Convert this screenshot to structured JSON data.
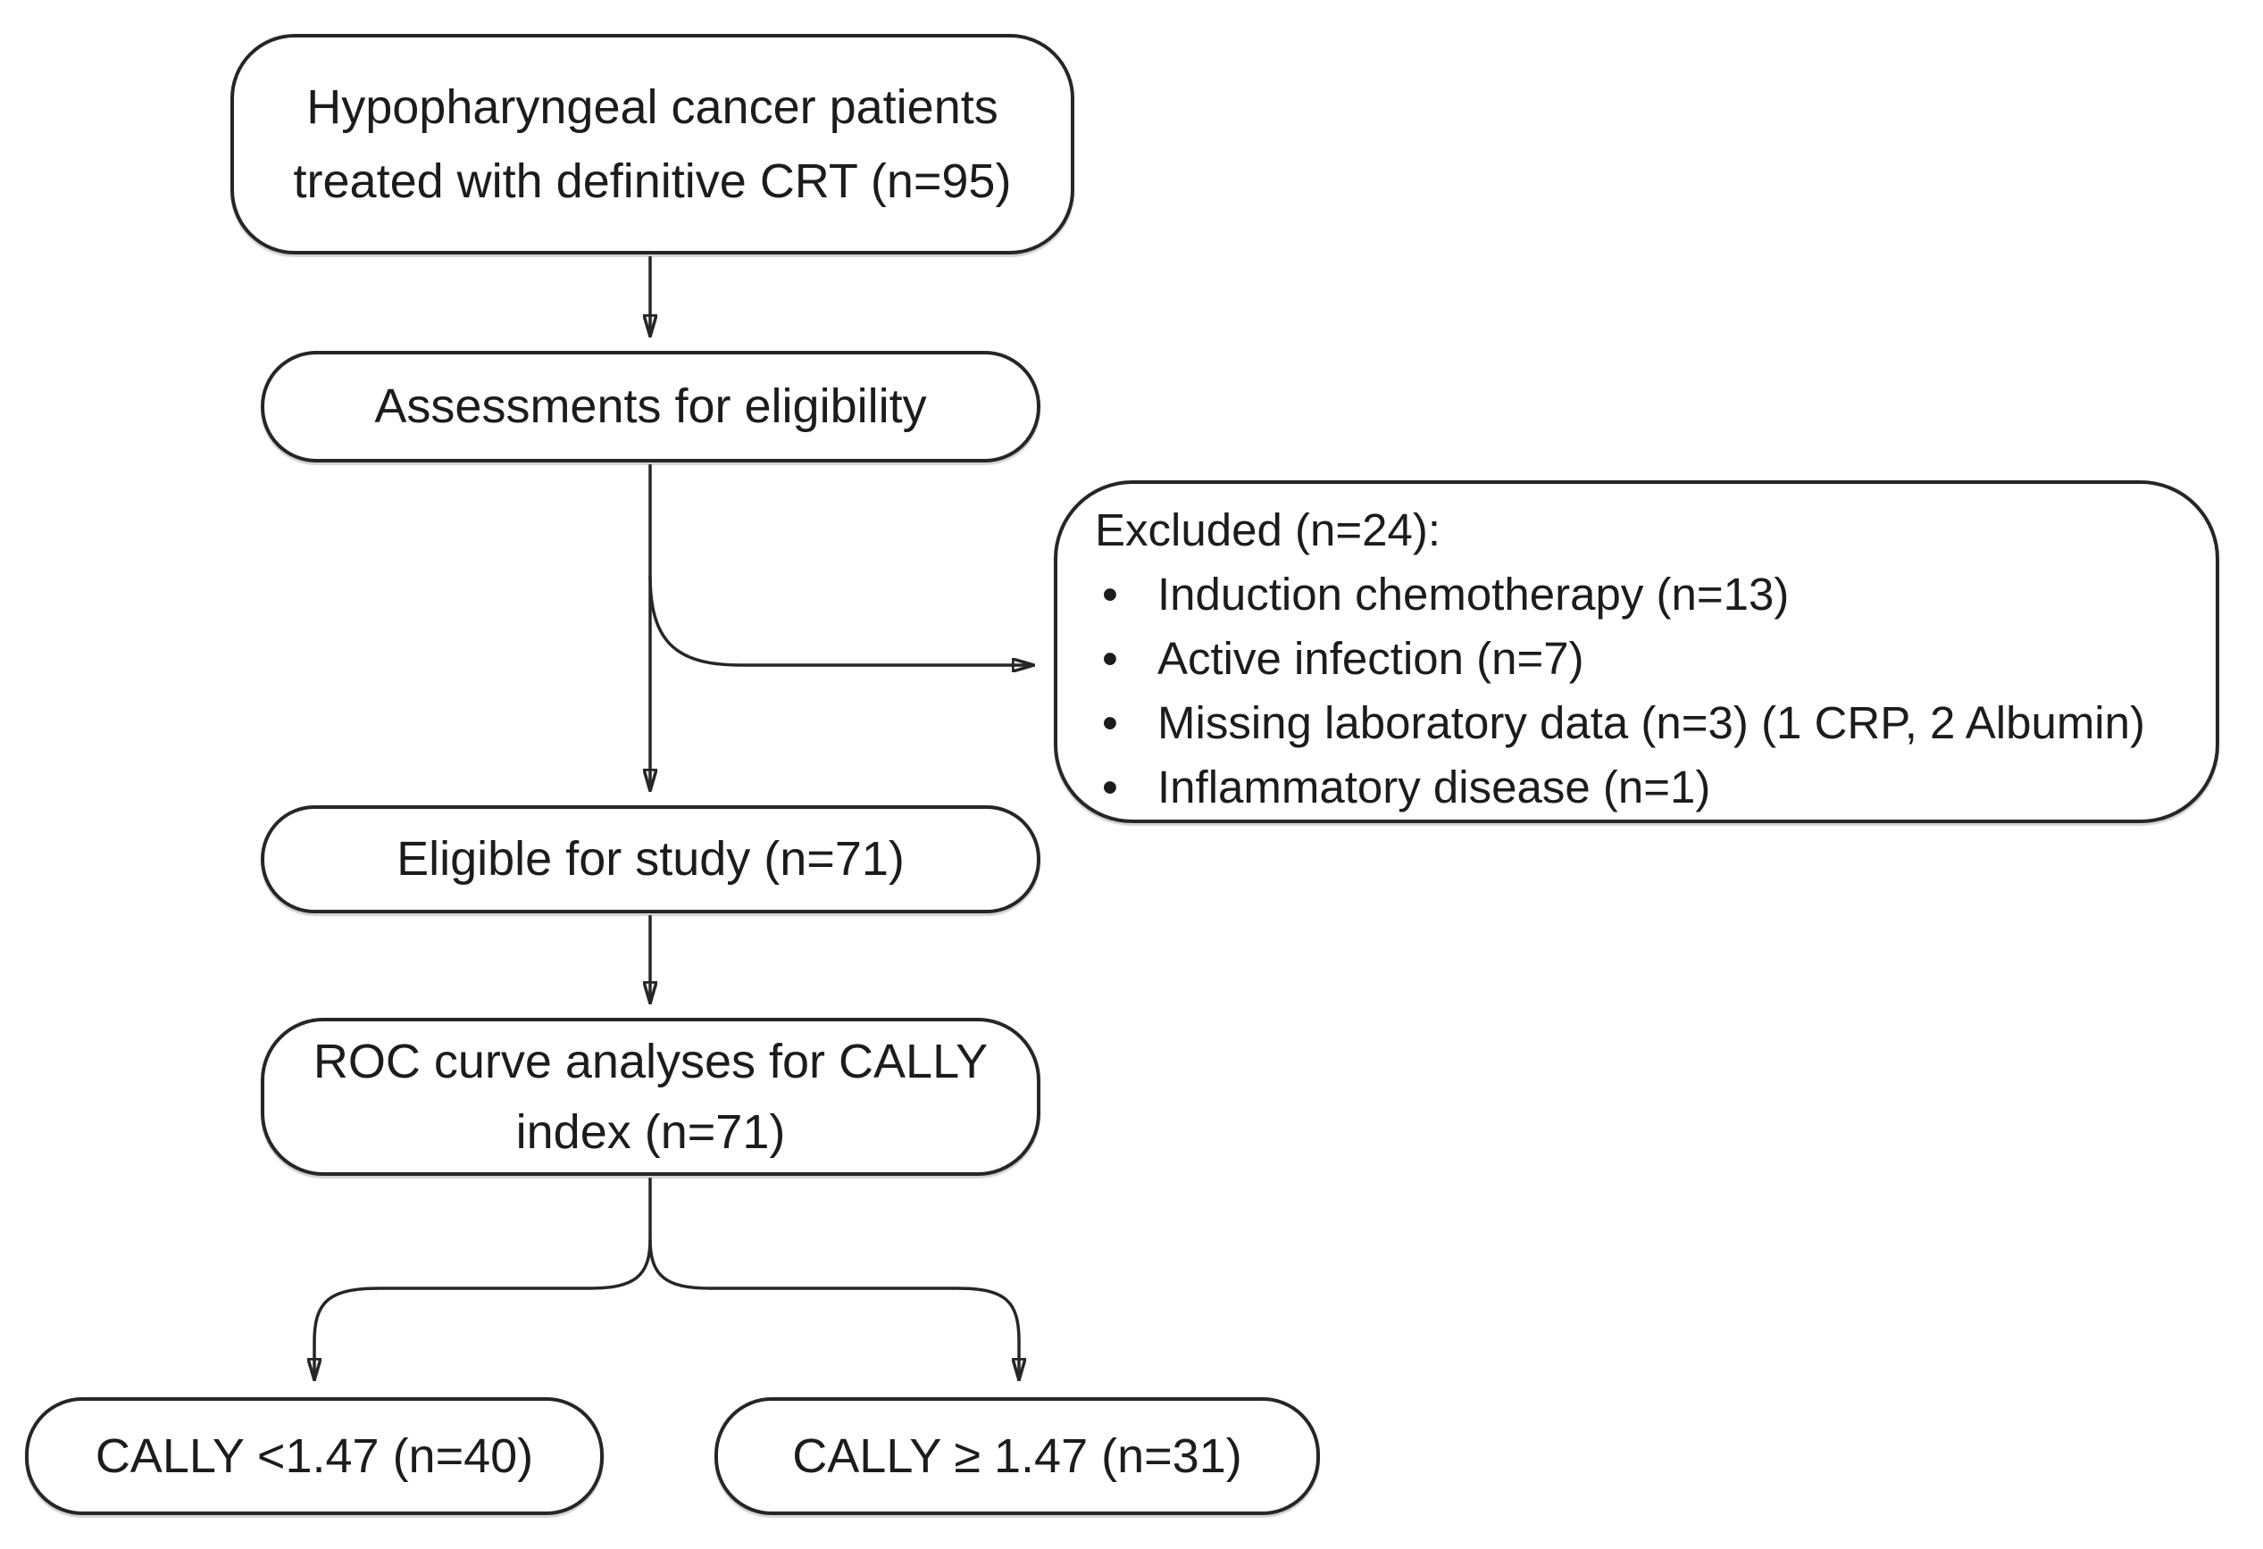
{
  "palette": {
    "background": "#ffffff",
    "line": "#262626",
    "text": "#1c1c1c"
  },
  "flowchart": {
    "patients": {
      "line1": "Hypopharyngeal cancer patients",
      "line2": "treated with definitive CRT (n=95)"
    },
    "assessments": {
      "label": "Assessments for eligibility"
    },
    "excluded": {
      "title": "Excluded (n=24):",
      "items": [
        "Induction chemotherapy (n=13)",
        "Active infection (n=7)",
        "Missing laboratory data (n=3) (1 CRP, 2 Albumin)",
        "Inflammatory disease (n=1)"
      ]
    },
    "eligible": {
      "label": "Eligible for study (n=71)"
    },
    "roc": {
      "line1": "ROC curve analyses for CALLY",
      "line2": "index (n=71)"
    },
    "cally_low": {
      "label": "CALLY <1.47 (n=40)"
    },
    "cally_high": {
      "label": "CALLY ≥ 1.47 (n=31)"
    }
  }
}
